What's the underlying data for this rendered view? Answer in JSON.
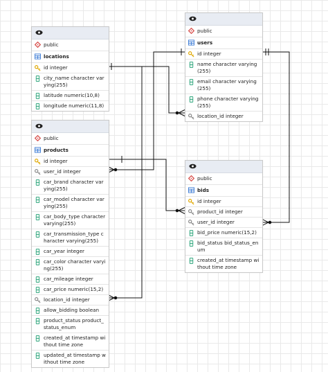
{
  "tables": {
    "locations": {
      "schema": "public",
      "name": "locations",
      "columns": [
        {
          "text": "id integer",
          "icon": "primary-key-icon"
        },
        {
          "text": "city_name character varying(255)",
          "icon": "column-icon"
        },
        {
          "text": "latitude numeric(10,8)",
          "icon": "column-icon"
        },
        {
          "text": "longitude numeric(11,8)",
          "icon": "column-icon"
        }
      ]
    },
    "users": {
      "schema": "public",
      "name": "users",
      "columns": [
        {
          "text": "id integer",
          "icon": "primary-key-icon"
        },
        {
          "text": "name character varying(255)",
          "icon": "column-icon"
        },
        {
          "text": "email character varying(255)",
          "icon": "column-icon"
        },
        {
          "text": "phone character varying(255)",
          "icon": "column-icon"
        },
        {
          "text": "location_id integer",
          "icon": "foreign-key-icon"
        }
      ]
    },
    "products": {
      "schema": "public",
      "name": "products",
      "columns": [
        {
          "text": "id integer",
          "icon": "primary-key-icon"
        },
        {
          "text": "user_id integer",
          "icon": "foreign-key-icon"
        },
        {
          "text": "car_brand character varying(255)",
          "icon": "column-icon"
        },
        {
          "text": "car_model character varying(255)",
          "icon": "column-icon"
        },
        {
          "text": "car_body_type character varying(255)",
          "icon": "column-icon"
        },
        {
          "text": "car_transmission_type character varying(255)",
          "icon": "column-icon"
        },
        {
          "text": "car_year integer",
          "icon": "column-icon"
        },
        {
          "text": "car_color character varying(255)",
          "icon": "column-icon"
        },
        {
          "text": "car_mileage integer",
          "icon": "column-icon"
        },
        {
          "text": "car_price numeric(15,2)",
          "icon": "column-icon"
        },
        {
          "text": "location_id integer",
          "icon": "foreign-key-icon"
        },
        {
          "text": "allow_bidding boolean",
          "icon": "column-icon"
        },
        {
          "text": "product_status product_status_enum",
          "icon": "column-icon"
        },
        {
          "text": "created_at timestamp without time zone",
          "icon": "column-icon"
        },
        {
          "text": "updated_at timestamp without time zone",
          "icon": "column-icon"
        }
      ]
    },
    "bids": {
      "schema": "public",
      "name": "bids",
      "columns": [
        {
          "text": "id integer",
          "icon": "primary-key-icon"
        },
        {
          "text": "product_id integer",
          "icon": "foreign-key-icon"
        },
        {
          "text": "user_id integer",
          "icon": "foreign-key-icon"
        },
        {
          "text": "bid_price numeric(15,2)",
          "icon": "column-icon"
        },
        {
          "text": "bid_status bid_status_enum",
          "icon": "column-icon"
        },
        {
          "text": "created_at timestamp without time zone",
          "icon": "column-icon"
        }
      ]
    }
  },
  "relationships": [
    {
      "from": "users.location_id",
      "to": "locations.id"
    },
    {
      "from": "products.location_id",
      "to": "locations.id"
    },
    {
      "from": "products.user_id",
      "to": "users.id"
    },
    {
      "from": "bids.user_id",
      "to": "users.id"
    },
    {
      "from": "bids.product_id",
      "to": "products.id"
    }
  ],
  "colors": {
    "header": "#e8ecf3",
    "key": "#e0a800",
    "column": "#2aa37a",
    "schema": "#d9534f",
    "table": "#3a7bd5",
    "line": "#111111"
  }
}
